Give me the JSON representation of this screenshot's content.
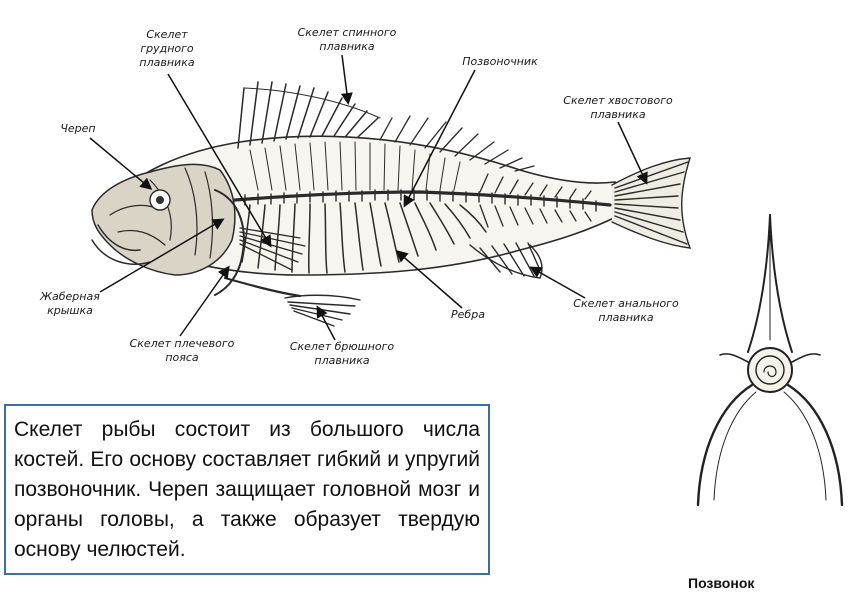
{
  "diagram": {
    "labels": {
      "pectoral_fin": "Скелет\nгрудного\nплавника",
      "dorsal_fin": "Скелет спинного\nплавника",
      "spine": "Позвоночник",
      "tail_fin": "Скелет хвостового\nплавника",
      "skull": "Череп",
      "gill_cover": "Жаберная\nкрышка",
      "shoulder_girdle": "Скелет плечевого\nпояса",
      "pelvic_fin": "Скелет брюшного\nплавника",
      "ribs": "Ребра",
      "anal_fin": "Скелет анального\nплавника"
    },
    "description": "Скелет рыбы состоит из большого числа костей. Его основу составляет гибкий и упругий позвоночник. Череп защищает головной мозг и органы головы, а также образует твердую основу челюстей.",
    "vertebra_caption": "Позвонок"
  }
}
